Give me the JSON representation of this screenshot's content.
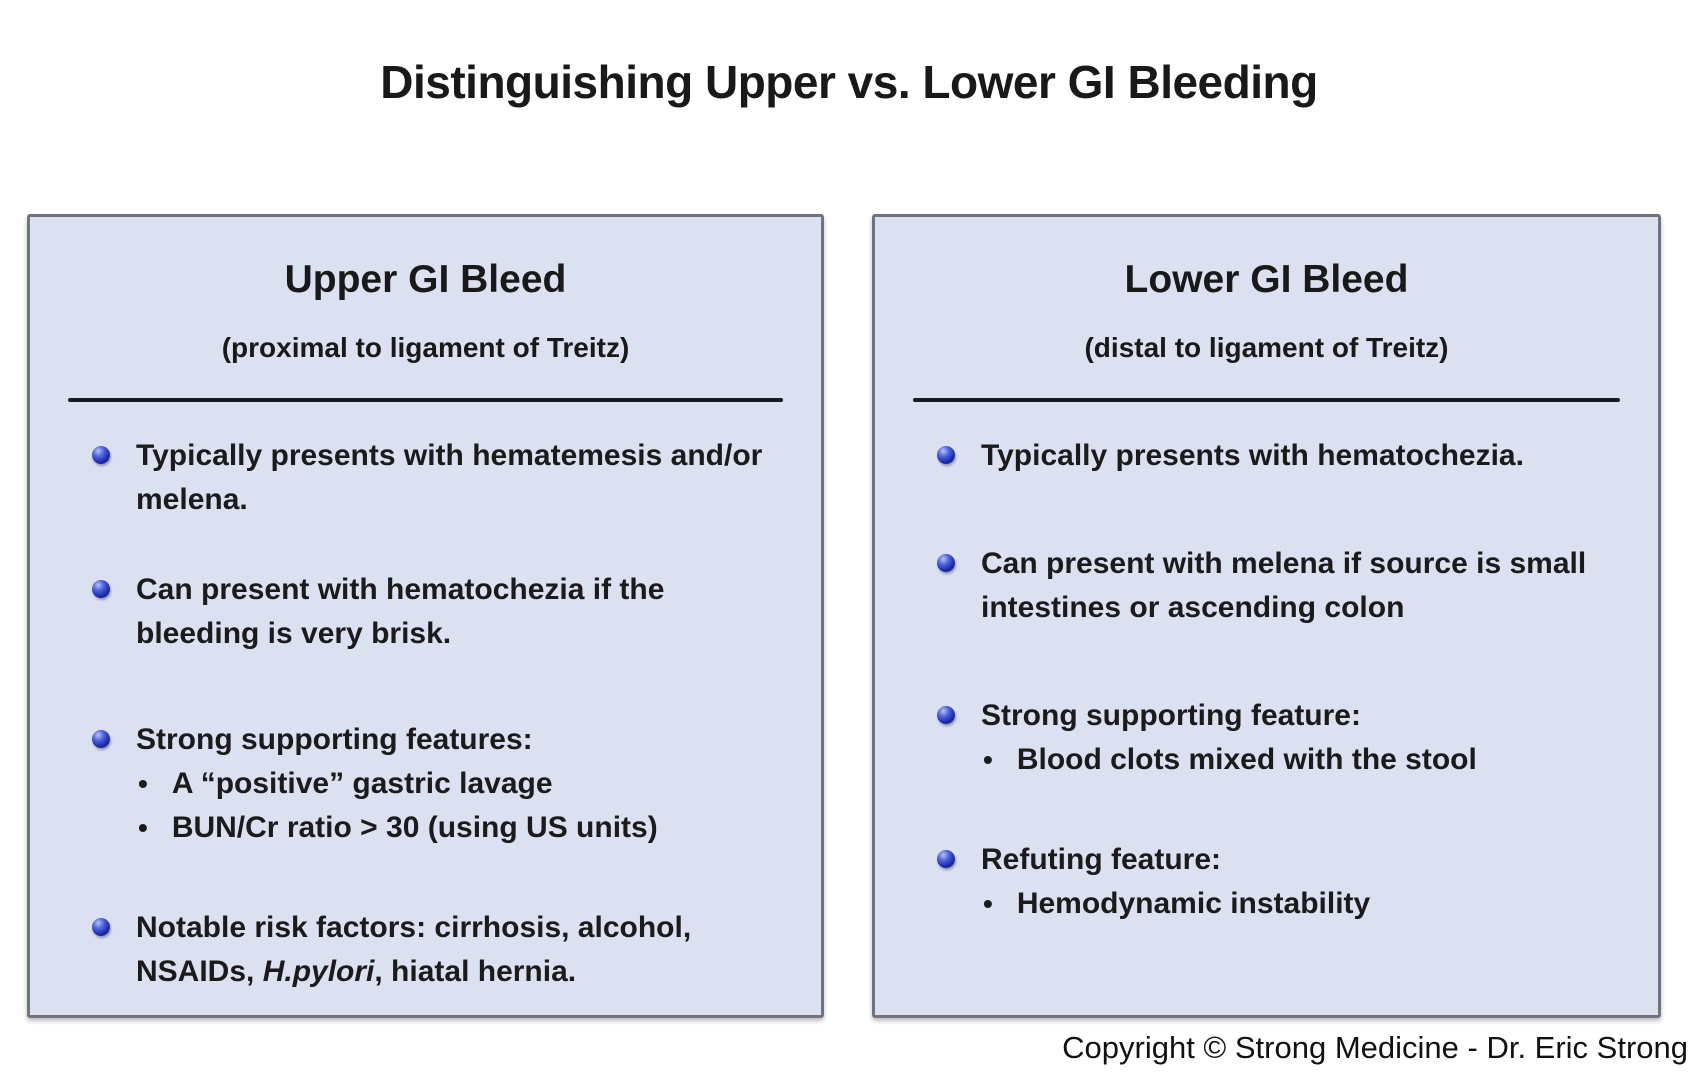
{
  "title": "Distinguishing Upper vs. Lower GI Bleeding",
  "copyright": "Copyright © Strong Medicine - Dr. Eric Strong",
  "glyphs": {
    "sub_bullet": "•"
  },
  "colors": {
    "panel_fill": "#dbe1f1",
    "panel_border": "#70757d",
    "divider_line": "#151d2b",
    "bullet_sphere_blue": "#1e2fae",
    "text": "#1b1b1b"
  },
  "panels": [
    {
      "heading": "Upper GI Bleed",
      "subheading": "(proximal to ligament of Treitz)",
      "items": [
        {
          "text": "Typically presents with hematemesis and/or melena."
        },
        {
          "text": "Can present with hematochezia if the bleeding is very brisk."
        },
        {
          "text": "Strong supporting features:",
          "subitems": [
            "A “positive” gastric lavage",
            "BUN/Cr ratio > 30 (using US units)"
          ]
        },
        {
          "pre": "Notable risk factors: cirrhosis, alcohol, NSAIDs, ",
          "italic": "H.pylori",
          "post": ", hiatal hernia."
        }
      ]
    },
    {
      "heading": "Lower GI Bleed",
      "subheading": "(distal to ligament of Treitz)",
      "items": [
        {
          "text": "Typically presents with hematochezia."
        },
        {
          "text": "Can present with melena if source is small intestines or ascending colon"
        },
        {
          "text": "Strong supporting feature:",
          "subitems": [
            "Blood clots mixed with the stool"
          ]
        },
        {
          "text": "Refuting feature:",
          "subitems": [
            "Hemodynamic instability"
          ]
        }
      ]
    }
  ]
}
